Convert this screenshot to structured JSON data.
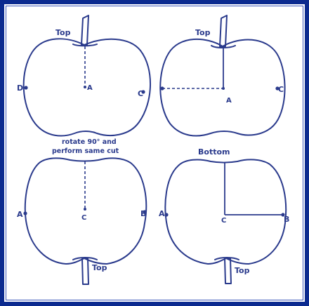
{
  "panels": {
    "top_left": {
      "top_label": "Top",
      "center_label": "A",
      "left_label": "D",
      "right_label": "C"
    },
    "top_right": {
      "top_label": "Top",
      "center_label": "A",
      "right_label": "C"
    },
    "bottom_left": {
      "caption_line1": "rotate 90° and",
      "caption_line2": "perform same cut",
      "center_label": "C",
      "left_label": "A",
      "right_label": "B",
      "bottom_label": "Top"
    },
    "bottom_right": {
      "heading": "Bottom",
      "center_label": "C",
      "left_label": "A",
      "right_label": "B",
      "bottom_label": "Top"
    }
  },
  "colors": {
    "frame": "#0b2a8f",
    "ink": "#2a3a8c"
  }
}
